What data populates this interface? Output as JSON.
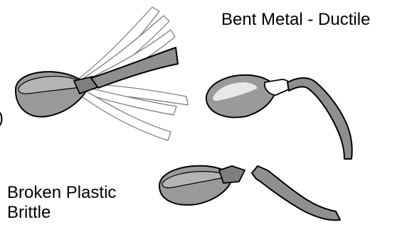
{
  "labels": {
    "bent_metal": "Bent Metal - Ductile",
    "broken_plastic_line1": "Broken Plastic",
    "broken_plastic_line2": "Brittle",
    "stray_char": ")"
  },
  "colors": {
    "spoon_fill": "#9a9a9a",
    "spoon_shadow": "#6f6f6f",
    "highlight": "#f2f2f2",
    "outline": "#000000",
    "ghost_fill": "#ffffff",
    "ghost_outline": "#777777"
  }
}
